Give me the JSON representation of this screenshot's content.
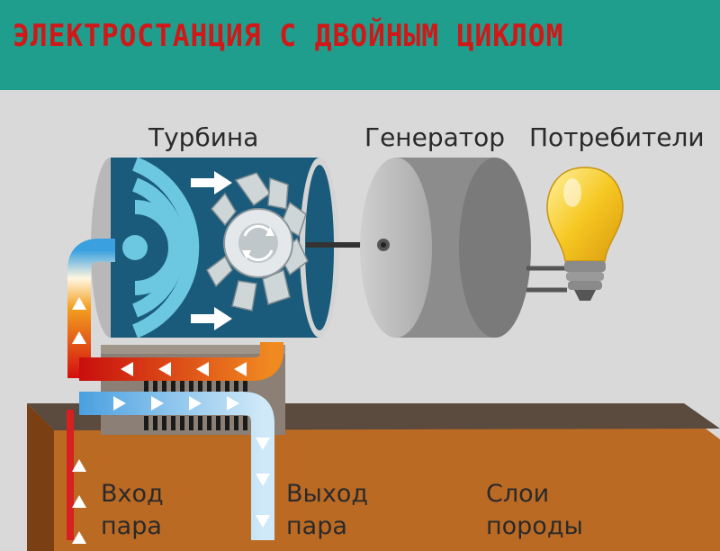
{
  "title": "ЭЛЕКТРОСТАНЦИЯ С ДВОЙНЫМ ЦИКЛОМ",
  "labels": {
    "turbine": "Турбина",
    "generator": "Генератор",
    "consumers": "Потребители",
    "steam_in_1": "Вход",
    "steam_in_2": "пара",
    "steam_out_1": "Выход",
    "steam_out_2": "пара",
    "rock_1": "Слои",
    "rock_2": "породы"
  },
  "colors": {
    "banner": "#1f9e8e",
    "title": "#d01818",
    "turbine_body": "#1a5a7a",
    "rings": "#6cc7e0",
    "generator": "#9a9a9a",
    "bulb": "#f4c21c",
    "hot_pipe": "#d82020",
    "cool_pipe": "#4aa8e0",
    "rock": "#b5651d"
  },
  "icons": [
    "turbine-wheel-icon",
    "lightbulb-icon",
    "arrow-icon"
  ]
}
